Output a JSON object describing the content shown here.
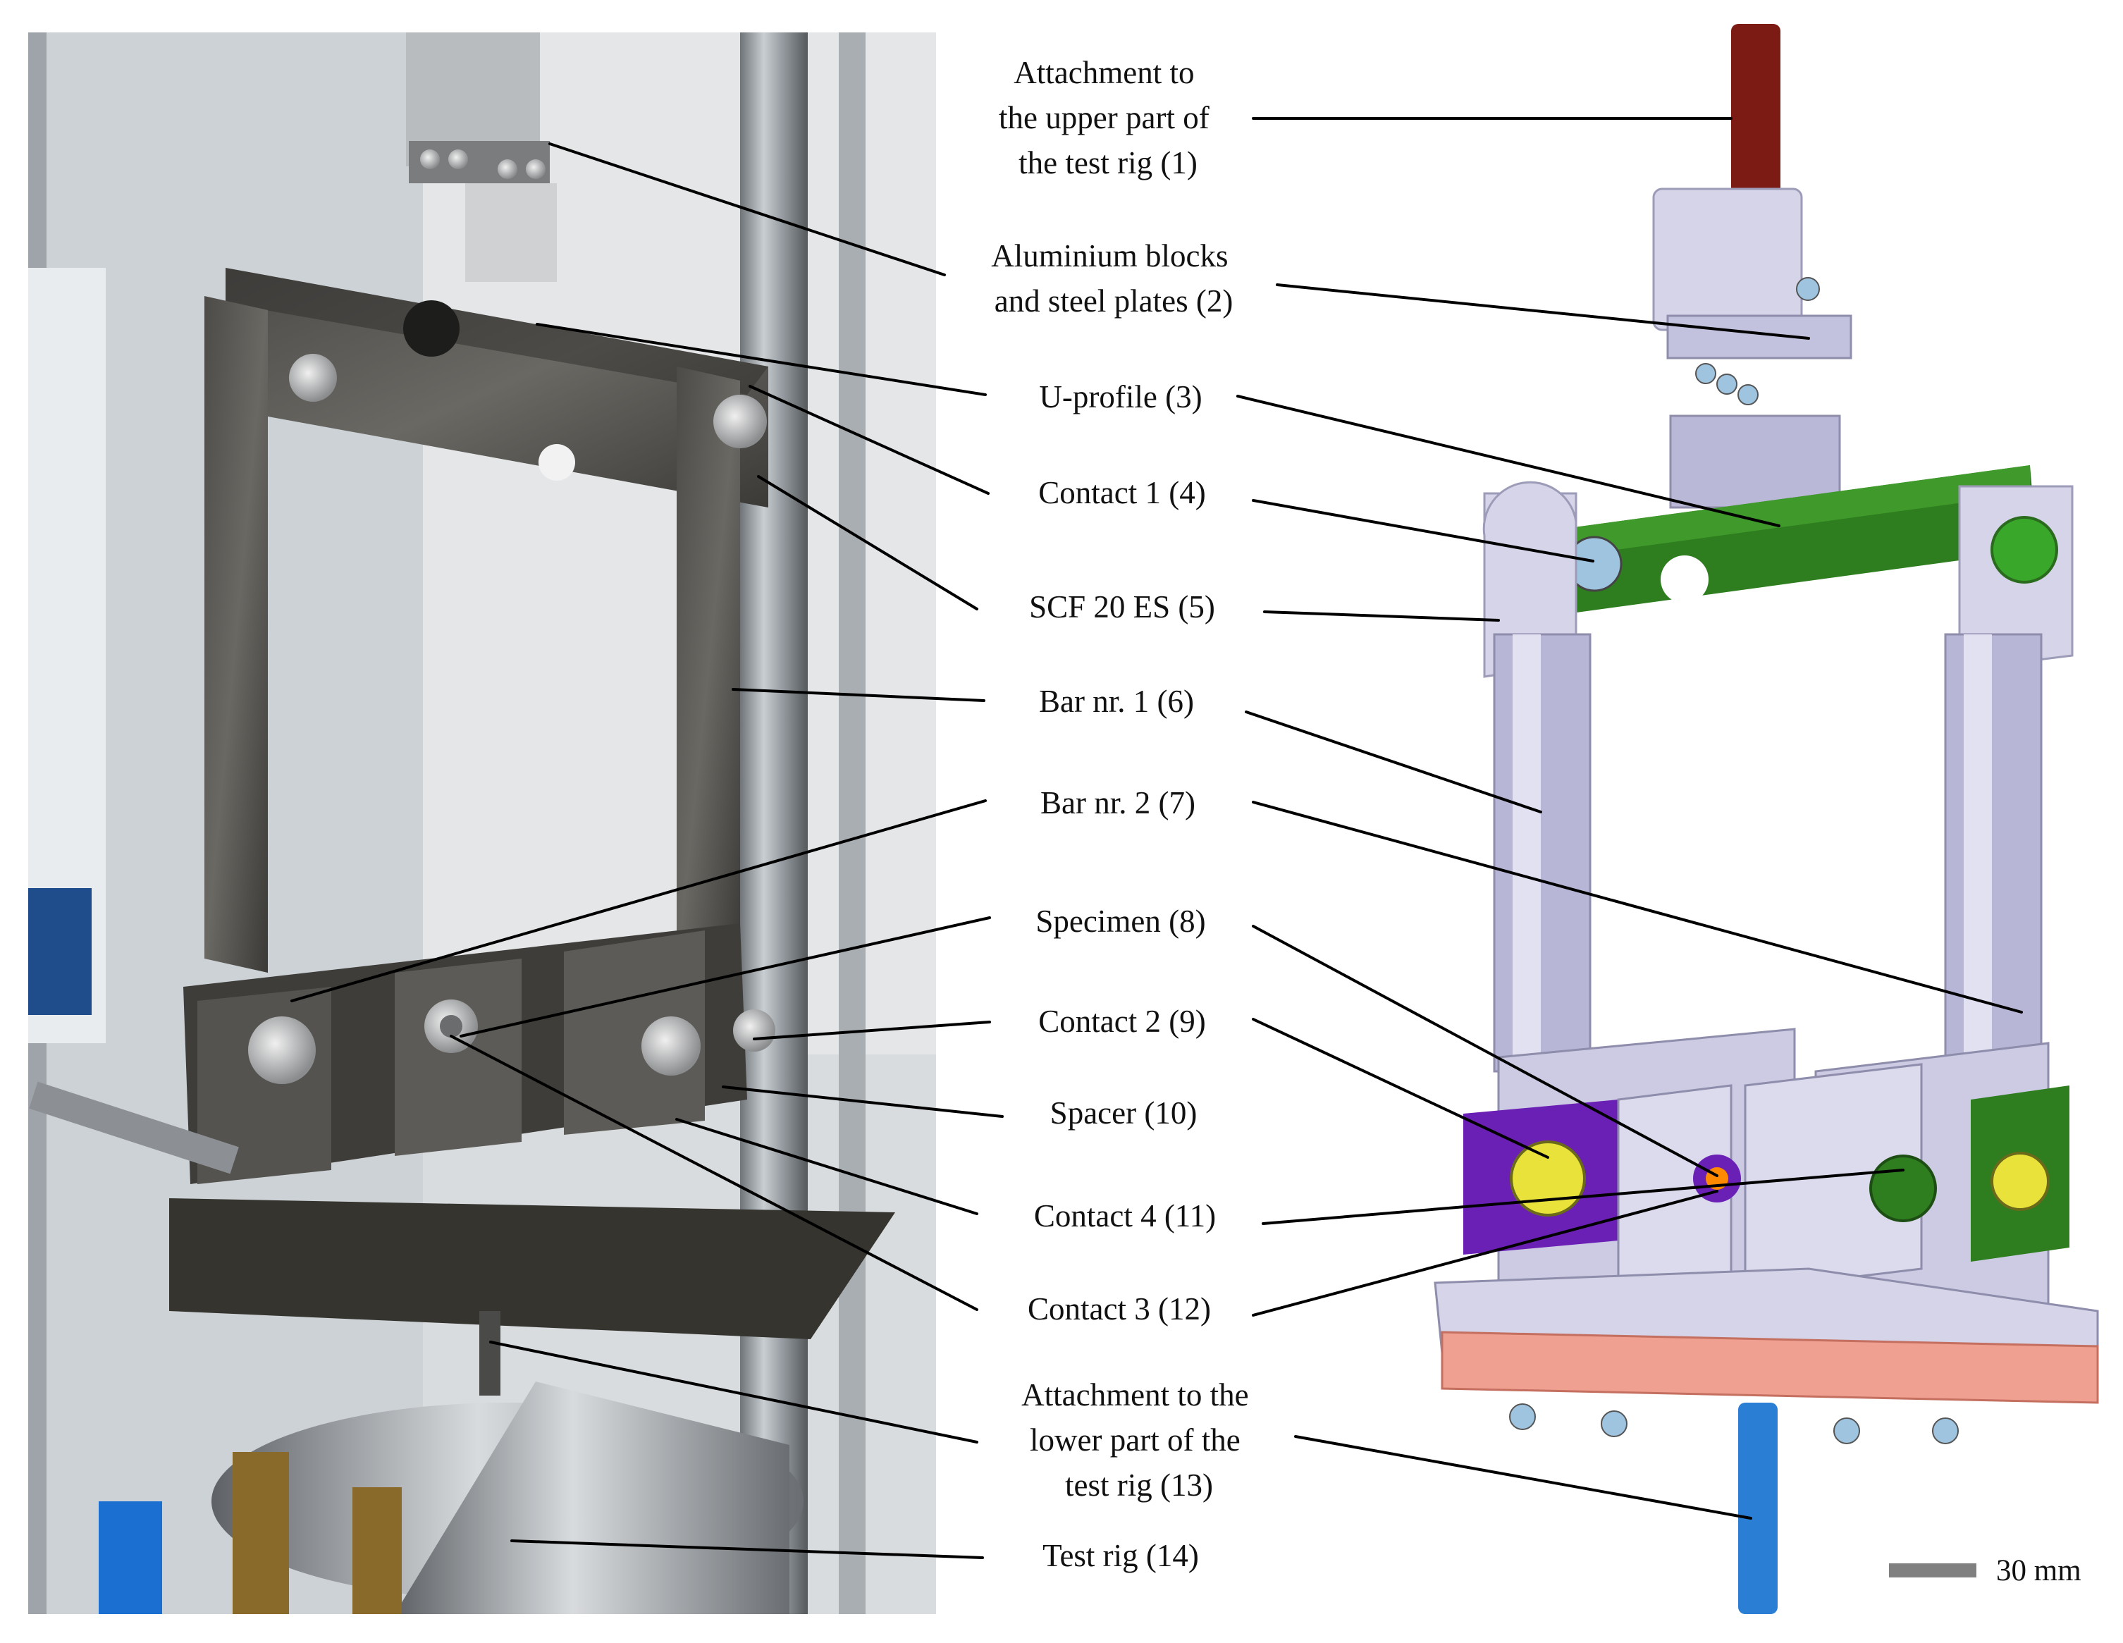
{
  "labels": [
    {
      "id": "l1",
      "lines": [
        "Attachment to",
        "the upper part of",
        "the test rig (1)"
      ]
    },
    {
      "id": "l2",
      "lines": [
        "Aluminium blocks",
        "and steel plates (2)"
      ]
    },
    {
      "id": "l3",
      "lines": [
        "U-profile (3)"
      ]
    },
    {
      "id": "l4",
      "lines": [
        "Contact 1 (4)"
      ]
    },
    {
      "id": "l5",
      "lines": [
        "SCF 20 ES (5)"
      ]
    },
    {
      "id": "l6",
      "lines": [
        "Bar nr. 1 (6)"
      ]
    },
    {
      "id": "l7",
      "lines": [
        "Bar nr. 2 (7)"
      ]
    },
    {
      "id": "l8",
      "lines": [
        "Specimen (8)"
      ]
    },
    {
      "id": "l9",
      "lines": [
        "Contact 2 (9)"
      ]
    },
    {
      "id": "l10",
      "lines": [
        "Spacer (10)"
      ]
    },
    {
      "id": "l11",
      "lines": [
        "Contact 4 (11)"
      ]
    },
    {
      "id": "l12",
      "lines": [
        "Contact 3 (12)"
      ]
    },
    {
      "id": "l13",
      "lines": [
        "Attachment to the",
        "lower part of the",
        "test rig (13)"
      ]
    },
    {
      "id": "l14",
      "lines": [
        "Test rig (14)"
      ]
    }
  ],
  "scale_bar": {
    "label": "30 mm"
  },
  "colors": {
    "upper_attachment": "#7b1b14",
    "u_profile": "#2e7d1f",
    "bars": "#c8c8e0",
    "contact_plate_purple": "#6a1fb5",
    "contact_yellow": "#e8e23a",
    "specimen_orange": "#ff8a00",
    "base_plate": "#f0a090",
    "lower_attachment": "#2a7fd4",
    "scale_bar": "#808080"
  }
}
